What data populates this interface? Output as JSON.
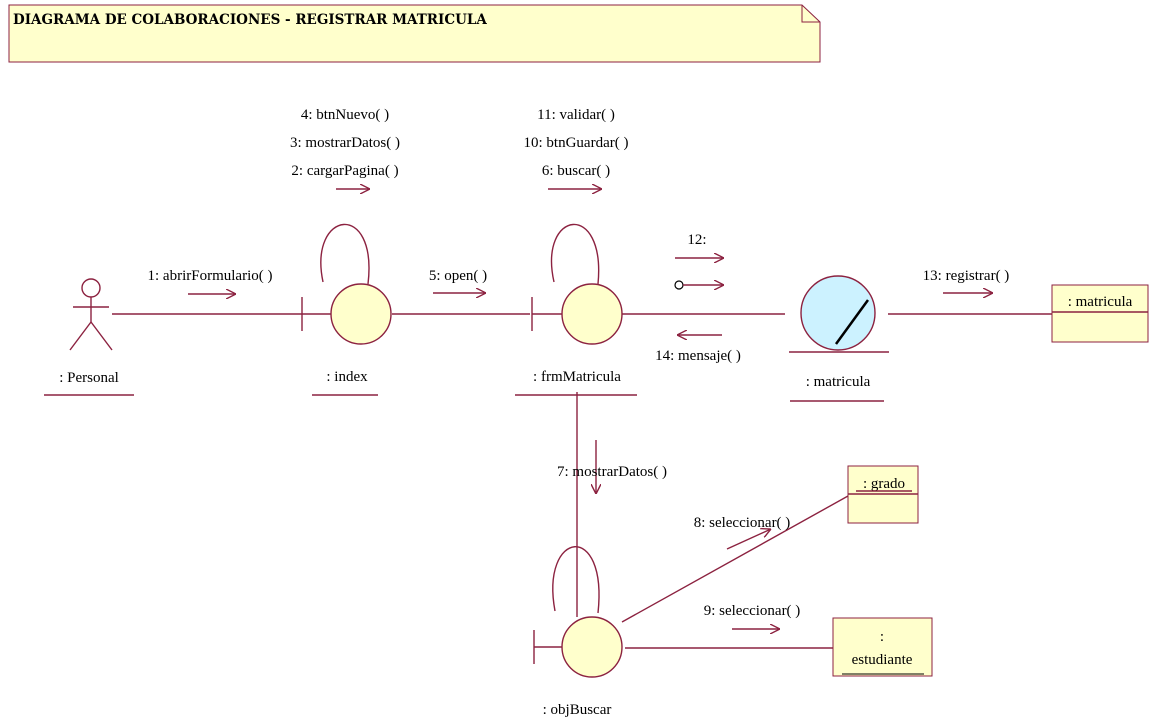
{
  "title": "DIAGRAMA DE COLABORACIONES - REGISTRAR MATRICULA",
  "colors": {
    "line": "#8c2240",
    "object_fill": "#ffffcc",
    "entity_fill": "#ccf2ff",
    "note_fill": "#ffffcc"
  },
  "actor": {
    "label": ": Personal",
    "icon": "actor-icon"
  },
  "boundaries": {
    "index": {
      "label": ": index",
      "icon": "boundary-icon"
    },
    "frmMatricula": {
      "label": ": frmMatricula",
      "icon": "boundary-icon"
    },
    "objBuscar": {
      "label": ": objBuscar",
      "icon": "boundary-icon"
    }
  },
  "entity": {
    "label": ": matricula",
    "icon": "entity-icon"
  },
  "objects": {
    "matricula": {
      "label": ": matricula"
    },
    "grado": {
      "label": ": grado"
    },
    "estudiante": {
      "label_line1": ":",
      "label_line2": "estudiante"
    }
  },
  "messages": {
    "m1": "1: abrirFormulario( )",
    "m2": "2: cargarPagina( )",
    "m3": "3: mostrarDatos( )",
    "m4": "4: btnNuevo( )",
    "m5": "5: open( )",
    "m6": "6: buscar( )",
    "m7": "7: mostrarDatos( )",
    "m8": "8: seleccionar( )",
    "m9": "9: seleccionar( )",
    "m10": "10: btnGuardar( )",
    "m11": "11: validar( )",
    "m12": "12:",
    "m13": "13: registrar( )",
    "m14": "14: mensaje( )"
  }
}
